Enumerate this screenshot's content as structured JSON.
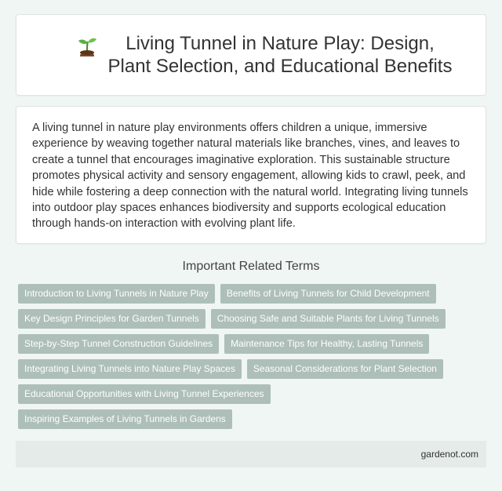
{
  "header": {
    "icon": "sprout-icon",
    "title": "Living Tunnel in Nature Play: Design, Plant Selection, and Educational Benefits"
  },
  "intro": {
    "text": "A living tunnel in nature play environments offers children a unique, immersive experience by weaving together natural materials like branches, vines, and leaves to create a tunnel that encourages imaginative exploration. This sustainable structure promotes physical activity and sensory engagement, allowing kids to crawl, peek, and hide while fostering a deep connection with the natural world. Integrating living tunnels into outdoor play spaces enhances biodiversity and supports ecological education through hands-on interaction with evolving plant life."
  },
  "related": {
    "heading": "Important Related Terms",
    "terms": [
      "Introduction to Living Tunnels in Nature Play",
      "Benefits of Living Tunnels for Child Development",
      "Key Design Principles for Garden Tunnels",
      "Choosing Safe and Suitable Plants for Living Tunnels",
      "Step-by-Step Tunnel Construction Guidelines",
      "Maintenance Tips for Healthy, Lasting Tunnels",
      "Integrating Living Tunnels into Nature Play Spaces",
      "Seasonal Considerations for Plant Selection",
      "Educational Opportunities with Living Tunnel Experiences",
      "Inspiring Examples of Living Tunnels in Gardens"
    ]
  },
  "footer": {
    "site": "gardenot.com"
  },
  "colors": {
    "background": "#f0f6f3",
    "tag_background": "#adbfb8",
    "footer_background": "#e4ebe8"
  }
}
